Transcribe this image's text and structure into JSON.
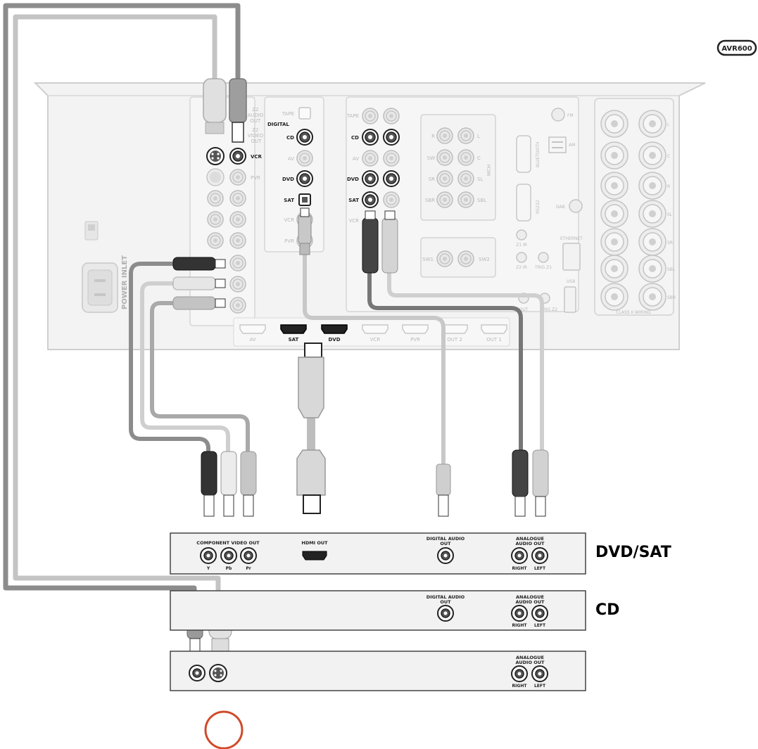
{
  "model_badge": "AVR600",
  "receiver": {
    "power_inlet": "POWER INLET",
    "z2_audio_out": [
      "Z2",
      "AUDIO",
      "OUT"
    ],
    "z2_video_out": [
      "Z2",
      "VIDEO",
      "OUT"
    ],
    "vcr": "VCR",
    "pvr": "PVR",
    "digital": "DIGITAL",
    "digital_inputs": [
      "TAPE",
      "CD",
      "AV",
      "DVD",
      "SAT",
      "VCR",
      "PVR"
    ],
    "analog_inputs": [
      "TAPE",
      "CD",
      "AV",
      "DVD",
      "SAT",
      "VCR"
    ],
    "multich": {
      "left": [
        "R",
        "SW",
        "SR",
        "SBR"
      ],
      "right": [
        "L",
        "C",
        "SL",
        "SBL"
      ],
      "label": "MCH"
    },
    "sw_labels": [
      "SW1",
      "SW2"
    ],
    "serial_labels": [
      "BLUETOOTH",
      "RS232"
    ],
    "trigger_labels": [
      "Z1 IR",
      "Z2 IR",
      "TRIG Z1",
      "OUT",
      "TRIG Z2"
    ],
    "antenna_labels": [
      "FM",
      "AM",
      "DAB"
    ],
    "ethernet": "ETHERNET",
    "usb": "USB",
    "speaker_labels": [
      "L",
      "C",
      "R",
      "SL",
      "SR",
      "SBL",
      "SBR"
    ],
    "speaker_footer": "CLASS II WIRING",
    "hdmi_labels": [
      "AV",
      "SAT",
      "DVD",
      "VCR",
      "PVR",
      "OUT 2",
      "OUT 1"
    ]
  },
  "devices": {
    "dvd_sat": {
      "name": "DVD/SAT",
      "component_out": "COMPONENT VIDEO OUT",
      "component_labels": [
        "Y",
        "Pb",
        "Pr"
      ],
      "hdmi_out": "HDMI OUT",
      "digital_audio_out": [
        "DIGITAL AUDIO",
        "OUT"
      ],
      "analogue_audio_out": [
        "ANALOGUE",
        "AUDIO OUT"
      ],
      "channel_labels": [
        "RIGHT",
        "LEFT"
      ]
    },
    "cd": {
      "name": "CD",
      "digital_audio_out": [
        "DIGITAL AUDIO",
        "OUT"
      ],
      "analogue_audio_out": [
        "ANALOGUE",
        "AUDIO OUT"
      ],
      "channel_labels": [
        "RIGHT",
        "LEFT"
      ]
    },
    "vcr": {
      "analogue_audio_out": [
        "ANALOGUE",
        "AUDIO OUT"
      ],
      "channel_labels": [
        "RIGHT",
        "LEFT"
      ]
    }
  },
  "colors": {
    "cable_dark": "#8c8c8c",
    "cable_mid": "#a9a9a9",
    "cable_light": "#cfcfcf",
    "panel": "#f1f1f1",
    "panel_stroke": "#c8c8c8",
    "device_fill": "#f2f2f2",
    "marker": "#d04a2a"
  }
}
